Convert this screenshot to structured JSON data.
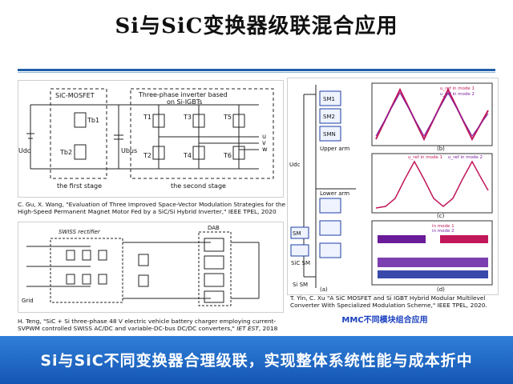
{
  "title": "Si与SiC变换器级联混合应用",
  "circuit1": {
    "labels": {
      "sic_mosfet": "SiC-MOSFET",
      "inverter": "Three-phase inverter based",
      "inverter2": "on Si-IGBTs",
      "tb1": "Tb1",
      "tb2": "Tb2",
      "udc": "Udc",
      "ubus": "Ubus",
      "t1": "T1",
      "t2": "T2",
      "t3": "T3",
      "t4": "T4",
      "t5": "T5",
      "t6": "T6",
      "u": "u",
      "v": "v",
      "w": "w",
      "first_stage": "the first stage",
      "second_stage": "the second stage"
    },
    "citation_line1": "C. Gu, X. Wang, \"Evaluation of Three Improved Space-Vector Modulation Strategies for the",
    "citation_line2": "High-Speed Permanent Magnet Motor Fed by a SiC/Si Hybrid Inverter,\" IEEE TPEL, 2020"
  },
  "circuit2": {
    "labels": {
      "swiss": "SWISS rectifier",
      "dab": "DAB",
      "grid": "Grid"
    },
    "citation_line1": "H. Teng, \"SiC + Si three-phase 48 V electric vehicle battery charger employing current-",
    "citation_line2a": "SVPWM controlled SWISS AC/DC and variable-DC-bus DC/DC converters,\"",
    "citation_journal": "IET EST",
    "citation_year": ", 2018"
  },
  "circuit3": {
    "labels": {
      "sm1": "SM1",
      "sm2": "SM2",
      "smn": "SMN",
      "upper_arm": "Upper arm",
      "lower_arm": "Lower arm",
      "sic_sm": "SiC SM",
      "si_sm": "Si SM",
      "sm": "SM",
      "udc": "Udc",
      "a": "(a)",
      "b": "(b)",
      "c": "(c)",
      "d": "(d)",
      "legend_b1": "u_ref in mode 1",
      "legend_b2": "u_ref in mode 2",
      "legend_c1": "u_ref in mode 1",
      "legend_c2": "u_ref in mode 2",
      "legend_d1": "in mode 1",
      "legend_d2": "in mode 2"
    },
    "citation_line1": "T. Yin, C. Xu \"A SiC MOSFET and Si IGBT Hybrid Modular Multilevel",
    "citation_line2": "Converter With Specialized Modulation Scheme,\" IEEE TPEL, 2020."
  },
  "mmc_caption": "MMC不同模块组合应用",
  "banner": "Si与SiC不同变换器合理级联，实现整体系统性能与成本折中",
  "colors": {
    "banner": "#1f6bc7",
    "rule": "#1f5fa8",
    "caption": "#1a3fbf",
    "mode1": "#c2185b",
    "mode2": "#7b1fa2"
  }
}
